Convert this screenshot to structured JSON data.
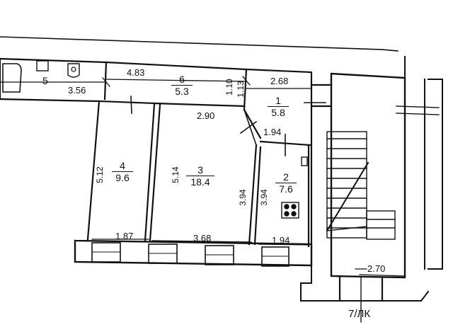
{
  "rooms": [
    {
      "id": "1",
      "number": "1",
      "area": "5.8"
    },
    {
      "id": "2",
      "number": "2",
      "area": "7.6"
    },
    {
      "id": "3",
      "number": "3",
      "area": "18.4"
    },
    {
      "id": "4",
      "number": "4",
      "area": "9.6"
    },
    {
      "id": "5",
      "number": "5"
    },
    {
      "id": "6",
      "number": "6",
      "area": "5.3"
    }
  ],
  "dimensions": {
    "d_356": "3.56",
    "d_483": "4.83",
    "d_110": "1.10",
    "d_113": "1.13",
    "d_268": "2.68",
    "d_290": "2.90",
    "d_194_top": "1.94",
    "d_512": "5.12",
    "d_514": "5.14",
    "d_394_a": "3.94",
    "d_394_b": "3.94",
    "d_187": "1.87",
    "d_368": "3.68",
    "d_194_bottom": "1.94",
    "d_270": "2.70"
  },
  "stair_label": "7/ЛК",
  "colors": {
    "ink": "#111111",
    "paper": "#ffffff"
  }
}
